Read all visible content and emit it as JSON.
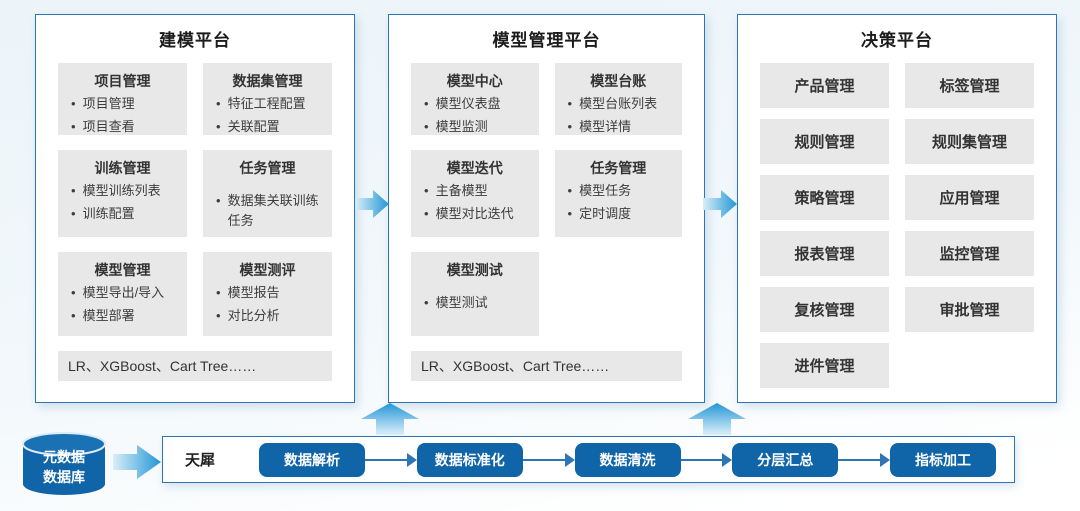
{
  "colors": {
    "panel_border": "#2e75b6",
    "module_box_bg": "#e8e8e8",
    "pill_blue": "#1064a8",
    "arrow_gradient_dark": "#2496d6",
    "arrow_gradient_light": "#d9eef9"
  },
  "panels": [
    {
      "title": "建模平台",
      "boxes": [
        {
          "title": "项目管理",
          "items": [
            "项目管理",
            "项目查看"
          ]
        },
        {
          "title": "数据集管理",
          "items": [
            "特征工程配置",
            "关联配置"
          ]
        },
        {
          "title": "训练管理",
          "items": [
            "模型训练列表",
            "训练配置"
          ]
        },
        {
          "title": "任务管理",
          "items": [
            "数据集关联训练任务"
          ]
        },
        {
          "title": "模型管理",
          "items": [
            "模型导出/导入",
            "模型部署"
          ]
        },
        {
          "title": "模型测评",
          "items": [
            "模型报告",
            "对比分析"
          ]
        }
      ],
      "footer": "LR、XGBoost、Cart Tree……"
    },
    {
      "title": "模型管理平台",
      "boxes": [
        {
          "title": "模型中心",
          "items": [
            "模型仪表盘",
            "模型监测"
          ]
        },
        {
          "title": "模型台账",
          "items": [
            "模型台账列表",
            "模型详情"
          ]
        },
        {
          "title": "模型迭代",
          "items": [
            "主备模型",
            "模型对比迭代"
          ]
        },
        {
          "title": "任务管理",
          "items": [
            "模型任务",
            "定时调度"
          ]
        },
        {
          "title": "模型测试",
          "items": [
            "模型测试"
          ]
        }
      ],
      "footer": "LR、XGBoost、Cart Tree……"
    },
    {
      "title": "决策平台",
      "tiles": [
        "产品管理",
        "标签管理",
        "规则管理",
        "规则集管理",
        "策略管理",
        "应用管理",
        "报表管理",
        "监控管理",
        "复核管理",
        "审批管理",
        "进件管理"
      ]
    }
  ],
  "pipeline": {
    "database": {
      "line1": "元数据",
      "line2": "数据库"
    },
    "engine_label": "天犀",
    "stages": [
      "数据解析",
      "数据标准化",
      "数据清洗",
      "分层汇总",
      "指标加工"
    ]
  }
}
